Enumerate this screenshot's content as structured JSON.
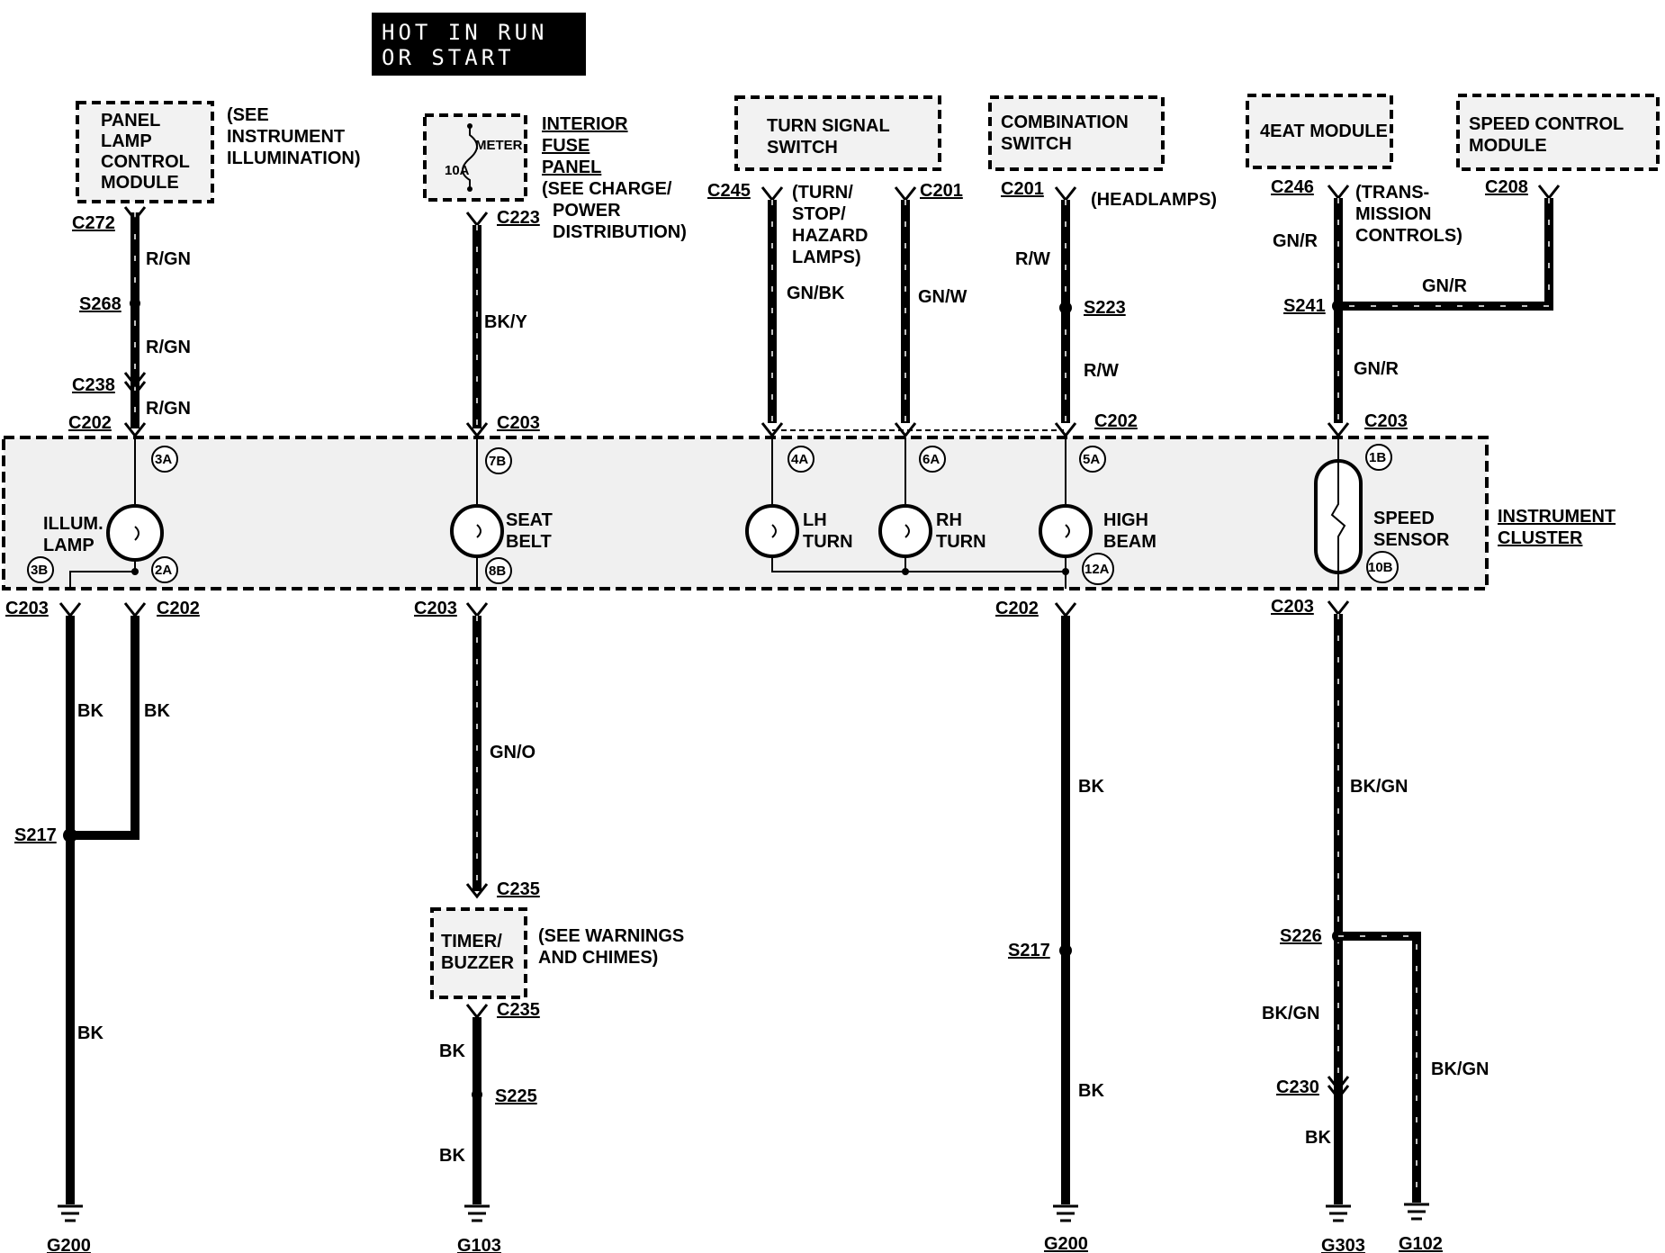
{
  "header": {
    "line1": "HOT IN RUN",
    "line2": "OR START"
  },
  "modules": {
    "panel_lamp": {
      "l1": "PANEL",
      "l2": "LAMP",
      "l3": "CONTROL",
      "l4": "MODULE",
      "n1": "(SEE",
      "n2": "INSTRUMENT",
      "n3": "ILLUMINATION)"
    },
    "fuse_panel": {
      "l1": "INTERIOR",
      "l2": "FUSE",
      "l3": "PANEL",
      "meter": "METER",
      "amp": "10A",
      "n1": "(SEE CHARGE/",
      "n2": "POWER",
      "n3": "DISTRIBUTION)"
    },
    "turn_signal": {
      "l1": "TURN SIGNAL",
      "l2": "SWITCH",
      "n1": "(TURN/",
      "n2": "STOP/",
      "n3": "HAZARD",
      "n4": "LAMPS)"
    },
    "combination": {
      "l1": "COMBINATION",
      "l2": "SWITCH",
      "n1": "(HEADLAMPS)"
    },
    "eat_module": {
      "l1": "4EAT MODULE",
      "n1": "(TRANS-",
      "n2": "MISSION",
      "n3": "CONTROLS)"
    },
    "speed_control": {
      "l1": "SPEED CONTROL",
      "l2": "MODULE"
    },
    "timer": {
      "l1": "TIMER/",
      "l2": "BUZZER",
      "n1": "(SEE WARNINGS",
      "n2": "AND CHIMES)"
    }
  },
  "cluster": {
    "title1": "INSTRUMENT",
    "title2": "CLUSTER",
    "illum1": "ILLUM.",
    "illum2": "LAMP",
    "seat1": "SEAT",
    "seat2": "BELT",
    "lh1": "LH",
    "lh2": "TURN",
    "rh1": "RH",
    "rh2": "TURN",
    "hb1": "HIGH",
    "hb2": "BEAM",
    "ss1": "SPEED",
    "ss2": "SENSOR",
    "pins": {
      "p3a": "3A",
      "p3b": "3B",
      "p2a": "2A",
      "p7b": "7B",
      "p8b": "8B",
      "p4a": "4A",
      "p6a": "6A",
      "p5a": "5A",
      "p12a": "12A",
      "p1b": "1B",
      "p10b": "10B"
    }
  },
  "connectors": {
    "c272": "C272",
    "c223": "C223",
    "c245": "C245",
    "c201a": "C201",
    "c201b": "C201",
    "c246": "C246",
    "c208": "C208",
    "c238": "C238",
    "c202a": "C202",
    "c203a": "C203",
    "c202b": "C202",
    "c203b": "C203",
    "c203c": "C203",
    "c202c": "C202",
    "c203d": "C203",
    "c202d": "C202",
    "c203e": "C203",
    "c235a": "C235",
    "c235b": "C235",
    "c230": "C230"
  },
  "splices": {
    "s268": "S268",
    "s223": "S223",
    "s241": "S241",
    "s217a": "S217",
    "s217b": "S217",
    "s225": "S225",
    "s226": "S226"
  },
  "grounds": {
    "g200a": "G200",
    "g103": "G103",
    "g200b": "G200",
    "g303": "G303",
    "g102": "G102"
  },
  "wires": {
    "rgn1": "R/GN",
    "rgn2": "R/GN",
    "rgn3": "R/GN",
    "bky": "BK/Y",
    "gnbk": "GN/BK",
    "gnw": "GN/W",
    "rw1": "R/W",
    "rw2": "R/W",
    "gnr1": "GN/R",
    "gnr2": "GN/R",
    "gnr3": "GN/R",
    "bk1": "BK",
    "bk2": "BK",
    "bk3": "BK",
    "gno": "GN/O",
    "bk4": "BK",
    "bk5": "BK",
    "bk6": "BK",
    "bk7": "BK",
    "bkgn1": "BK/GN",
    "bkgn2": "BK/GN",
    "bkgn3": "BK/GN",
    "bk8": "BK"
  }
}
